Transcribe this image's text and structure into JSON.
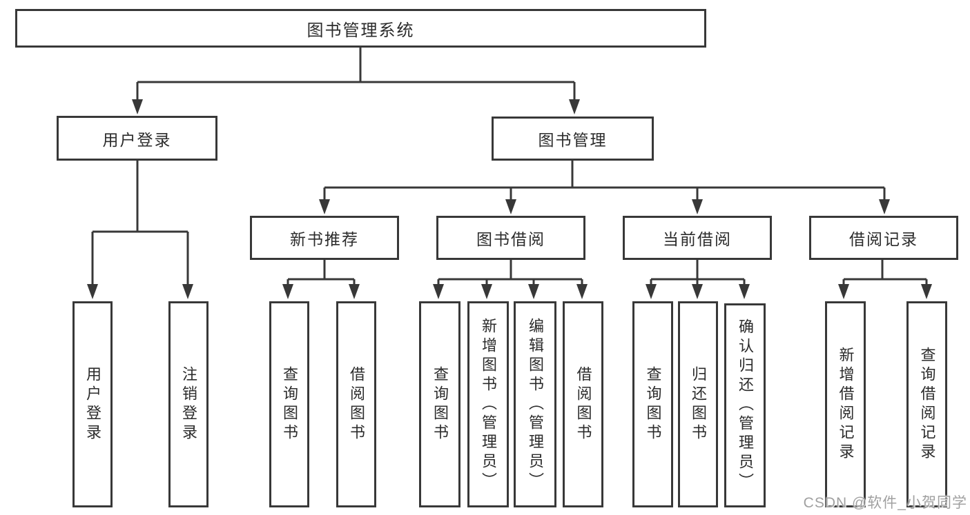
{
  "tree": {
    "root": {
      "label": "图书管理系统"
    },
    "level2": [
      {
        "label": "用户登录"
      },
      {
        "label": "图书管理"
      }
    ],
    "level3": [
      {
        "label": "新书推荐"
      },
      {
        "label": "图书借阅"
      },
      {
        "label": "当前借阅"
      },
      {
        "label": "借阅记录"
      }
    ],
    "level4": {
      "user_login": [
        {
          "label": "用户登录"
        },
        {
          "label": "注销登录"
        }
      ],
      "new_book": [
        {
          "label": "查询图书"
        },
        {
          "label": "借阅图书"
        }
      ],
      "book_borrow": [
        {
          "label": "查询图书"
        },
        {
          "label": "新增图书（管理员）"
        },
        {
          "label": "编辑图书（管理员）"
        },
        {
          "label": "借阅图书"
        }
      ],
      "current_borrow": [
        {
          "label": "查询图书"
        },
        {
          "label": "归还图书"
        },
        {
          "label": "确认归还（管理员）"
        }
      ],
      "borrow_records": [
        {
          "label": "新增借阅记录"
        },
        {
          "label": "查询借阅记录"
        }
      ]
    }
  },
  "watermark": {
    "text": "CSDN @软件_小贺同学"
  },
  "colors": {
    "line": "#383838",
    "text": "#2b2b2b",
    "background": "#ffffff",
    "watermark": "#a0a0a0"
  }
}
